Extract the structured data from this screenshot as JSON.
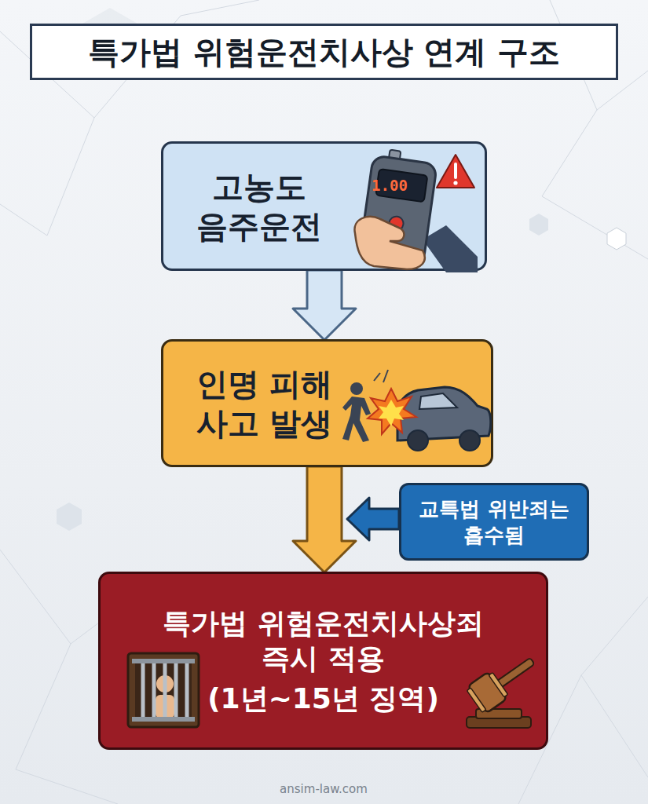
{
  "diagram": {
    "title": "특가법 위험운전치사상 연계 구조",
    "nodes": [
      {
        "text": [
          "고농도 음주운전"
        ]
      },
      {
        "text": [
          "인명 피해 사고 발생"
        ]
      },
      {
        "text": [
          "특가법 위험운전치사상죄 즉시 적용",
          "(1년~15년 징역)"
        ]
      },
      {
        "text": [
          "교특법 위반죄는 흡수됨"
        ]
      }
    ],
    "edges": [
      {
        "from": 0,
        "to": 1,
        "arrow": "to"
      },
      {
        "from": 1,
        "to": 2,
        "arrow": "to"
      }
    ],
    "labels": [
      "1.00",
      "ansim-law.com"
    ]
  }
}
